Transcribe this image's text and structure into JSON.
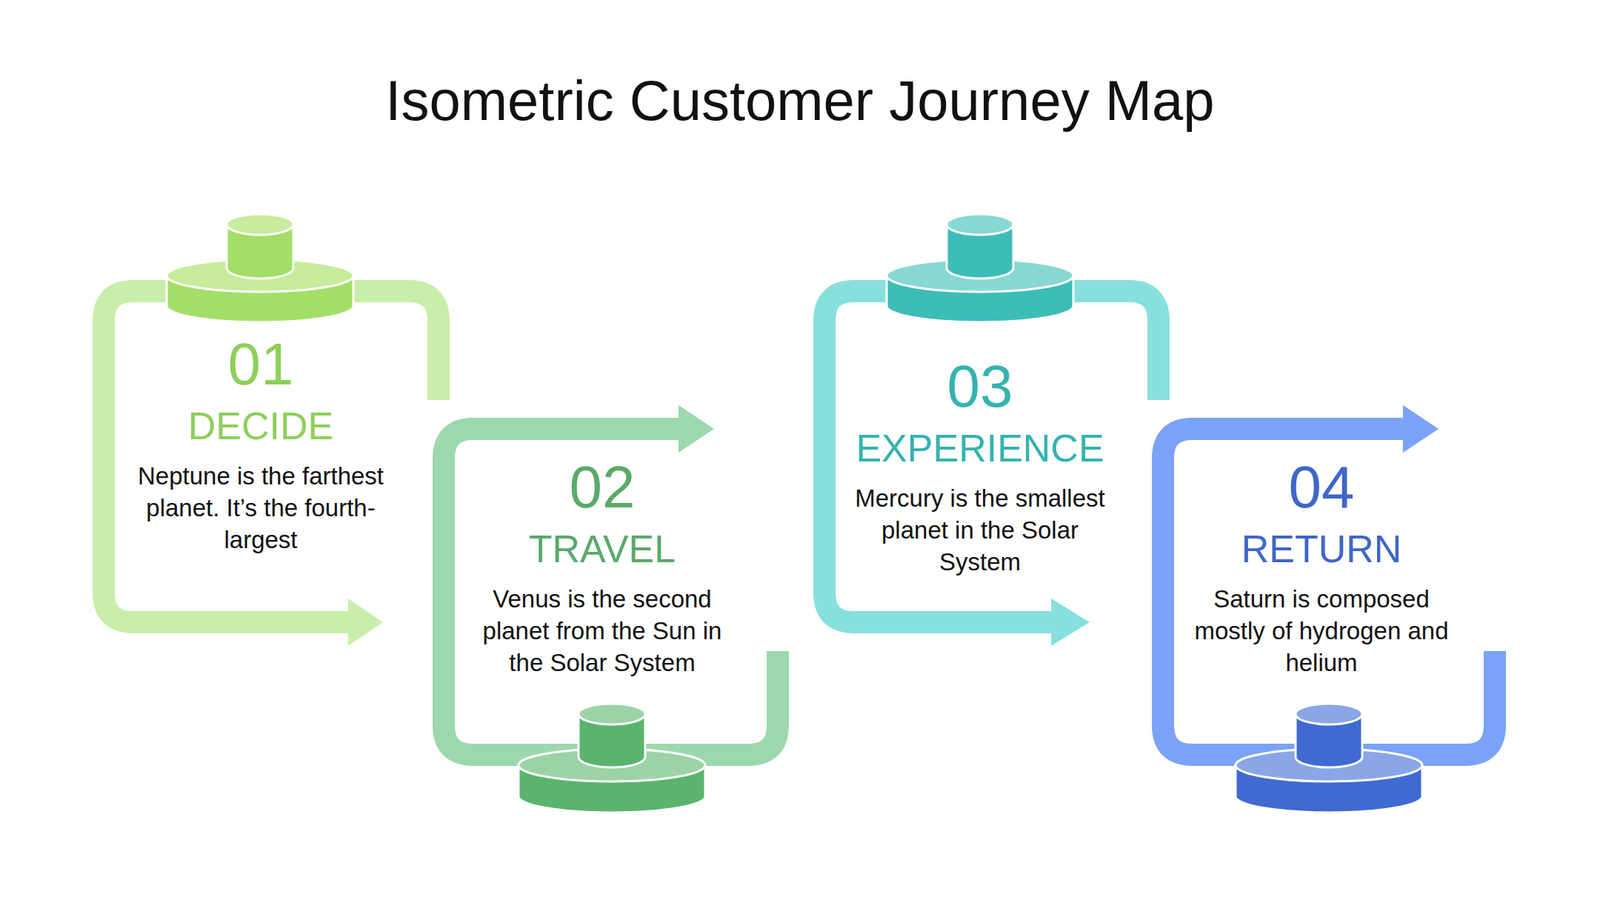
{
  "diagram": {
    "title": "Isometric Customer Journey Map",
    "nodes": [
      {
        "text": [
          "01",
          "DECIDE",
          "Neptune is the farthest planet. It’s the fourth-largest"
        ]
      },
      {
        "text": [
          "02",
          "TRAVEL",
          "Venus is the second planet from the Sun in the Solar System"
        ]
      },
      {
        "text": [
          "03",
          "EXPERIENCE",
          "Mercury is the smallest planet in the Solar System"
        ]
      },
      {
        "text": [
          "04",
          "RETURN",
          "Saturn is composed mostly of hydrogen and helium"
        ]
      }
    ],
    "edges": [
      {
        "from": 0,
        "to": 1,
        "arrow": "to"
      },
      {
        "from": 1,
        "to": 2,
        "arrow": "to"
      },
      {
        "from": 2,
        "to": 3,
        "arrow": "to"
      }
    ]
  }
}
